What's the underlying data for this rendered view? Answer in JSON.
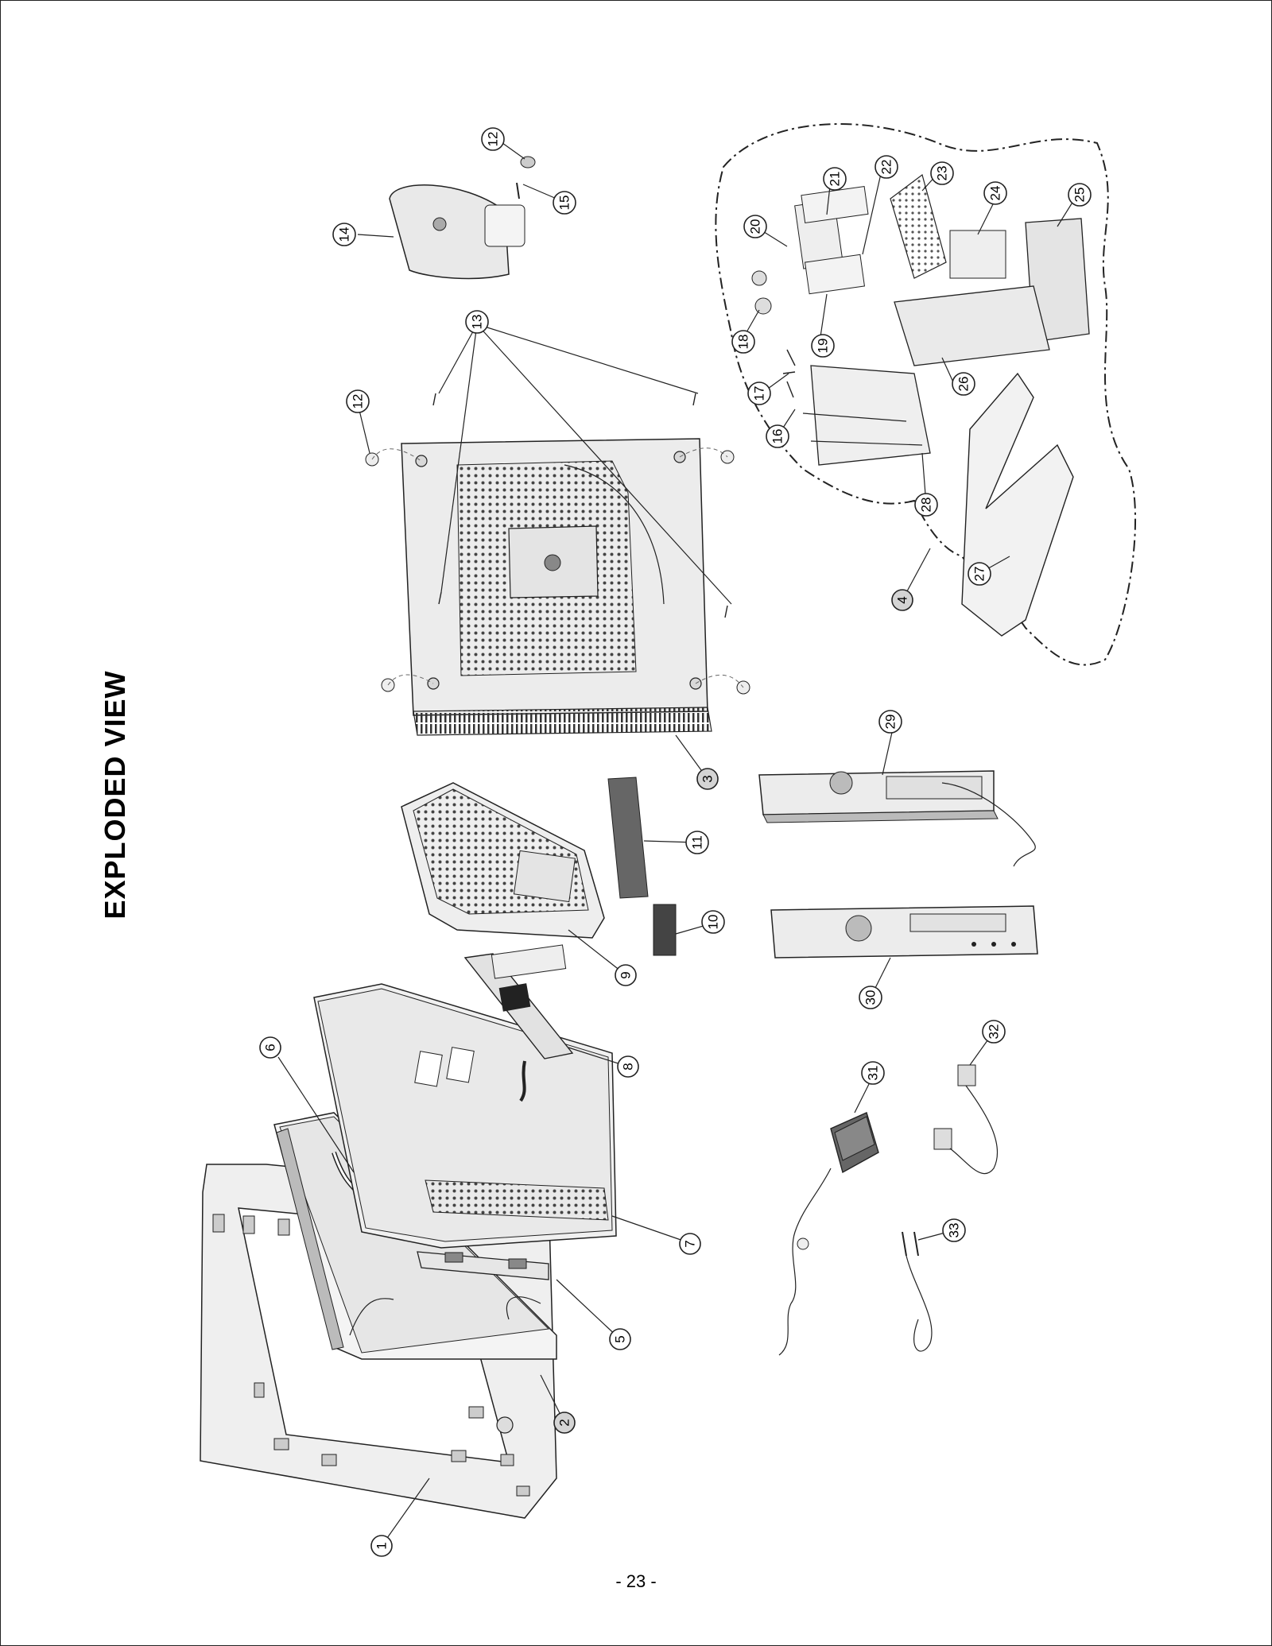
{
  "title": "EXPLODED VIEW",
  "page_number": "- 23 -",
  "callouts": [
    {
      "id": "1",
      "label": "1",
      "assembly": false
    },
    {
      "id": "2",
      "label": "2",
      "assembly": true
    },
    {
      "id": "3",
      "label": "3",
      "assembly": true
    },
    {
      "id": "4",
      "label": "4",
      "assembly": true
    },
    {
      "id": "5",
      "label": "5",
      "assembly": false
    },
    {
      "id": "6",
      "label": "6",
      "assembly": false
    },
    {
      "id": "7",
      "label": "7",
      "assembly": false
    },
    {
      "id": "8",
      "label": "8",
      "assembly": false
    },
    {
      "id": "9",
      "label": "9",
      "assembly": false
    },
    {
      "id": "10",
      "label": "10",
      "assembly": false
    },
    {
      "id": "11",
      "label": "11",
      "assembly": false
    },
    {
      "id": "12a",
      "label": "12",
      "assembly": false
    },
    {
      "id": "12b",
      "label": "12",
      "assembly": false
    },
    {
      "id": "13",
      "label": "13",
      "assembly": false
    },
    {
      "id": "14",
      "label": "14",
      "assembly": false
    },
    {
      "id": "15",
      "label": "15",
      "assembly": false
    },
    {
      "id": "16",
      "label": "16",
      "assembly": false
    },
    {
      "id": "17",
      "label": "17",
      "assembly": false
    },
    {
      "id": "18",
      "label": "18",
      "assembly": false
    },
    {
      "id": "19",
      "label": "19",
      "assembly": false
    },
    {
      "id": "20",
      "label": "20",
      "assembly": false
    },
    {
      "id": "21",
      "label": "21",
      "assembly": false
    },
    {
      "id": "22",
      "label": "22",
      "assembly": false
    },
    {
      "id": "23",
      "label": "23",
      "assembly": false
    },
    {
      "id": "24",
      "label": "24",
      "assembly": false
    },
    {
      "id": "25",
      "label": "25",
      "assembly": false
    },
    {
      "id": "26",
      "label": "26",
      "assembly": false
    },
    {
      "id": "27",
      "label": "27",
      "assembly": false
    },
    {
      "id": "28",
      "label": "28",
      "assembly": false
    },
    {
      "id": "29",
      "label": "29",
      "assembly": false
    },
    {
      "id": "30",
      "label": "30",
      "assembly": false
    },
    {
      "id": "31",
      "label": "31",
      "assembly": false
    },
    {
      "id": "32",
      "label": "32",
      "assembly": false
    },
    {
      "id": "33",
      "label": "33",
      "assembly": false
    }
  ]
}
